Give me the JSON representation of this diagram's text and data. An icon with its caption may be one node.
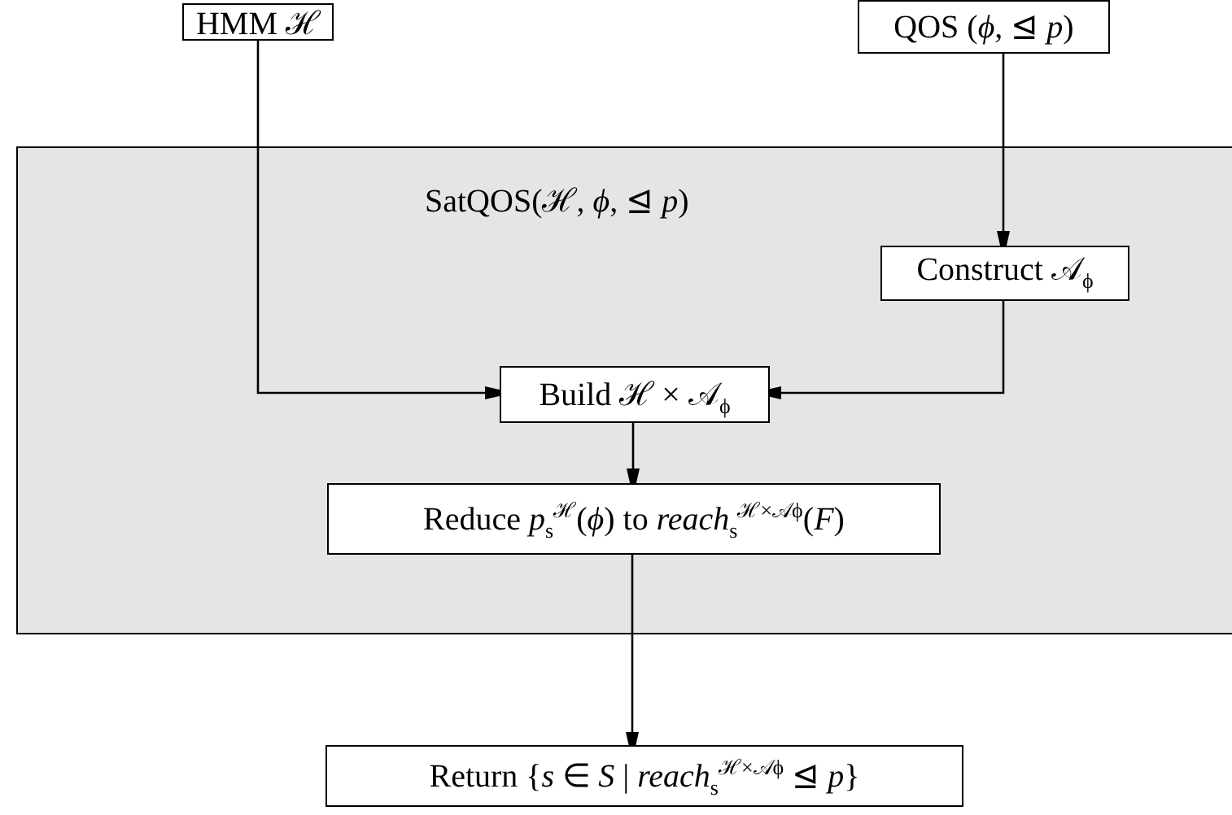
{
  "diagram": {
    "nodes": [
      {
        "text": [
          "HMM ℋ"
        ]
      },
      {
        "text": [
          "QOS (*ϕ*, ⊴ *p*)"
        ]
      },
      {
        "text": [
          "SatQOS(ℋ, *ϕ*, ⊴ *p*)"
        ]
      },
      {
        "text": [
          "Construct 𝒜$_{ϕ}$"
        ],
        "in": 2
      },
      {
        "text": [
          "Build ℋ × 𝒜$_{ϕ}$"
        ],
        "in": 2
      },
      {
        "text": [
          "Reduce *p*$_{s}$$^{ℋ}$(*ϕ*) to *reach*$_{s}$$^{ℋ×𝒜ϕ}$(*F*)"
        ],
        "in": 2
      },
      {
        "text": [
          "Return {*s* ∈ *S* | *reach*$_{s}$$^{ℋ×𝒜ϕ}$ ⊴ *p*}"
        ]
      }
    ],
    "edges": [
      {
        "from": 0,
        "to": 4,
        "arrow": "to"
      },
      {
        "from": 1,
        "to": 3,
        "arrow": "to"
      },
      {
        "from": 3,
        "to": 4,
        "arrow": "to"
      },
      {
        "from": 4,
        "to": 5,
        "arrow": "to"
      },
      {
        "from": 5,
        "to": 6,
        "arrow": "to"
      }
    ]
  }
}
